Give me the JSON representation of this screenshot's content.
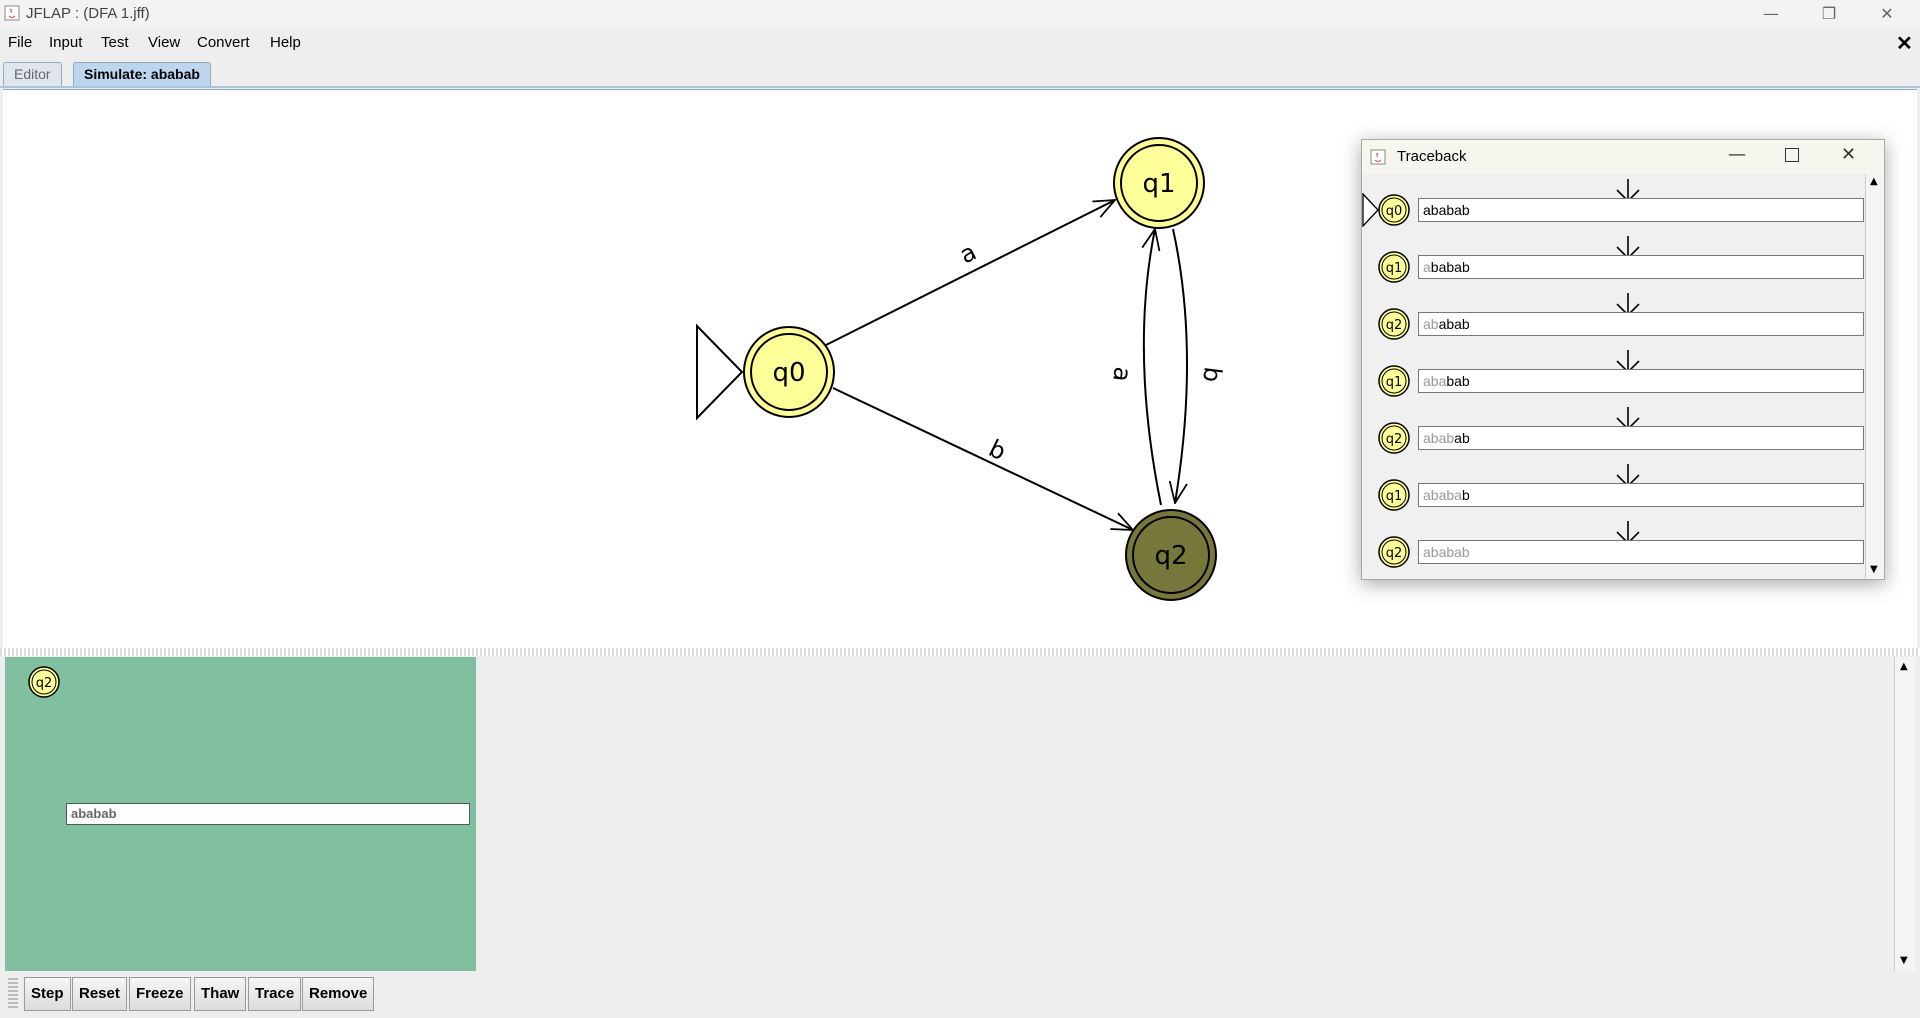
{
  "window": {
    "title": "JFLAP : (DFA 1.jff)",
    "minimize": "—",
    "restore": "❐",
    "close": "✕"
  },
  "menu": [
    "File",
    "Input",
    "Test",
    "View",
    "Convert",
    "Help"
  ],
  "menu_close": "✕",
  "tabs": [
    {
      "label": "Editor",
      "active": false
    },
    {
      "label": "Simulate: ababab",
      "active": true
    }
  ],
  "automaton": {
    "states": [
      {
        "id": "q0",
        "label": "q0",
        "initial": true,
        "current": false
      },
      {
        "id": "q1",
        "label": "q1",
        "initial": false,
        "current": false
      },
      {
        "id": "q2",
        "label": "q2",
        "initial": false,
        "current": true
      }
    ],
    "transitions": [
      {
        "from": "q0",
        "to": "q1",
        "label": "a"
      },
      {
        "from": "q0",
        "to": "q2",
        "label": "b"
      },
      {
        "from": "q2",
        "to": "q1",
        "label": "a"
      },
      {
        "from": "q1",
        "to": "q2",
        "label": "b"
      }
    ],
    "colors": {
      "state_fill": "#ffff99",
      "current_fill": "#77773c",
      "stroke": "#000000"
    }
  },
  "configuration": {
    "state": "q2",
    "tape": "ababab",
    "panel_color": "#80bfa0"
  },
  "buttons": [
    "Step",
    "Reset",
    "Freeze",
    "Thaw",
    "Trace",
    "Remove"
  ],
  "traceback": {
    "title": "Traceback",
    "rows": [
      {
        "state": "q0",
        "consumed": "",
        "remaining": "ababab",
        "initial": true
      },
      {
        "state": "q1",
        "consumed": "a",
        "remaining": "babab"
      },
      {
        "state": "q2",
        "consumed": "ab",
        "remaining": "abab"
      },
      {
        "state": "q1",
        "consumed": "aba",
        "remaining": "bab"
      },
      {
        "state": "q2",
        "consumed": "abab",
        "remaining": "ab"
      },
      {
        "state": "q1",
        "consumed": "ababa",
        "remaining": "b"
      },
      {
        "state": "q2",
        "consumed": "ababab",
        "remaining": ""
      }
    ]
  }
}
